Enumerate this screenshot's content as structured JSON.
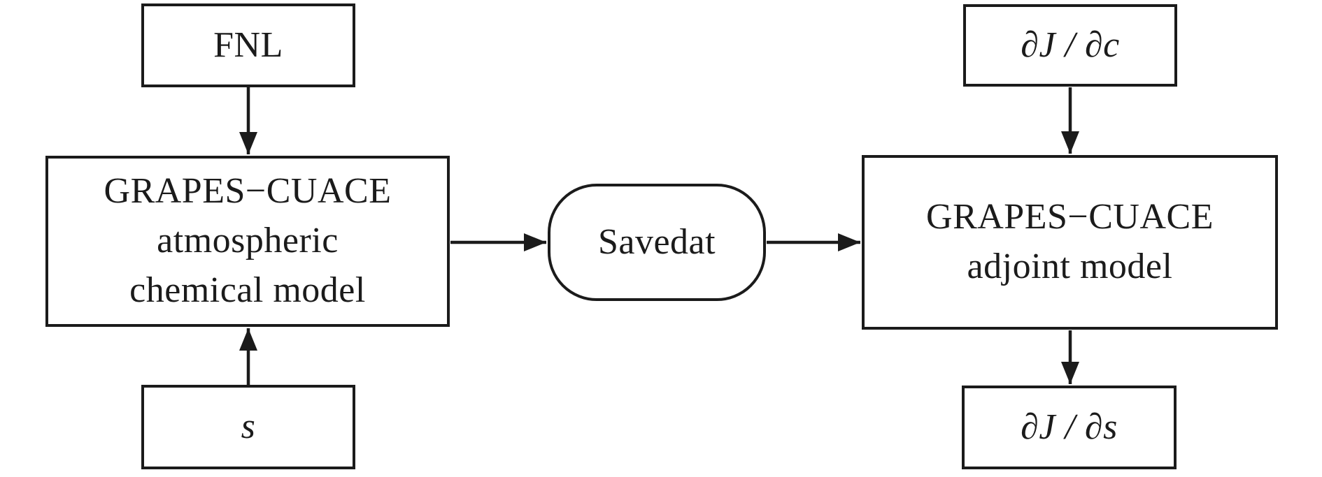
{
  "theme": {
    "background": "#ffffff",
    "line_color": "#1b1b1b",
    "text_color": "#1b1b1b"
  },
  "diagram": {
    "type": "flowchart",
    "nodes": {
      "fnl": {
        "shape": "rect",
        "label": "FNL"
      },
      "chem_model": {
        "shape": "rect",
        "line1": "GRAPES−CUACE",
        "line2": "atmospheric",
        "line3": "chemical model"
      },
      "s_input": {
        "shape": "rect",
        "label": "s"
      },
      "savedat": {
        "shape": "rounded",
        "label": "Savedat"
      },
      "adjoint_model": {
        "shape": "rect",
        "line1": "GRAPES−CUACE",
        "line2": "adjoint model"
      },
      "djdc": {
        "shape": "rect",
        "label": "∂J / ∂c"
      },
      "djds": {
        "shape": "rect",
        "label": "∂J / ∂s"
      }
    },
    "edges": [
      {
        "from": "fnl",
        "to": "chem_model"
      },
      {
        "from": "s_input",
        "to": "chem_model"
      },
      {
        "from": "chem_model",
        "to": "savedat"
      },
      {
        "from": "savedat",
        "to": "adjoint_model"
      },
      {
        "from": "djdc",
        "to": "adjoint_model"
      },
      {
        "from": "adjoint_model",
        "to": "djds"
      }
    ]
  }
}
